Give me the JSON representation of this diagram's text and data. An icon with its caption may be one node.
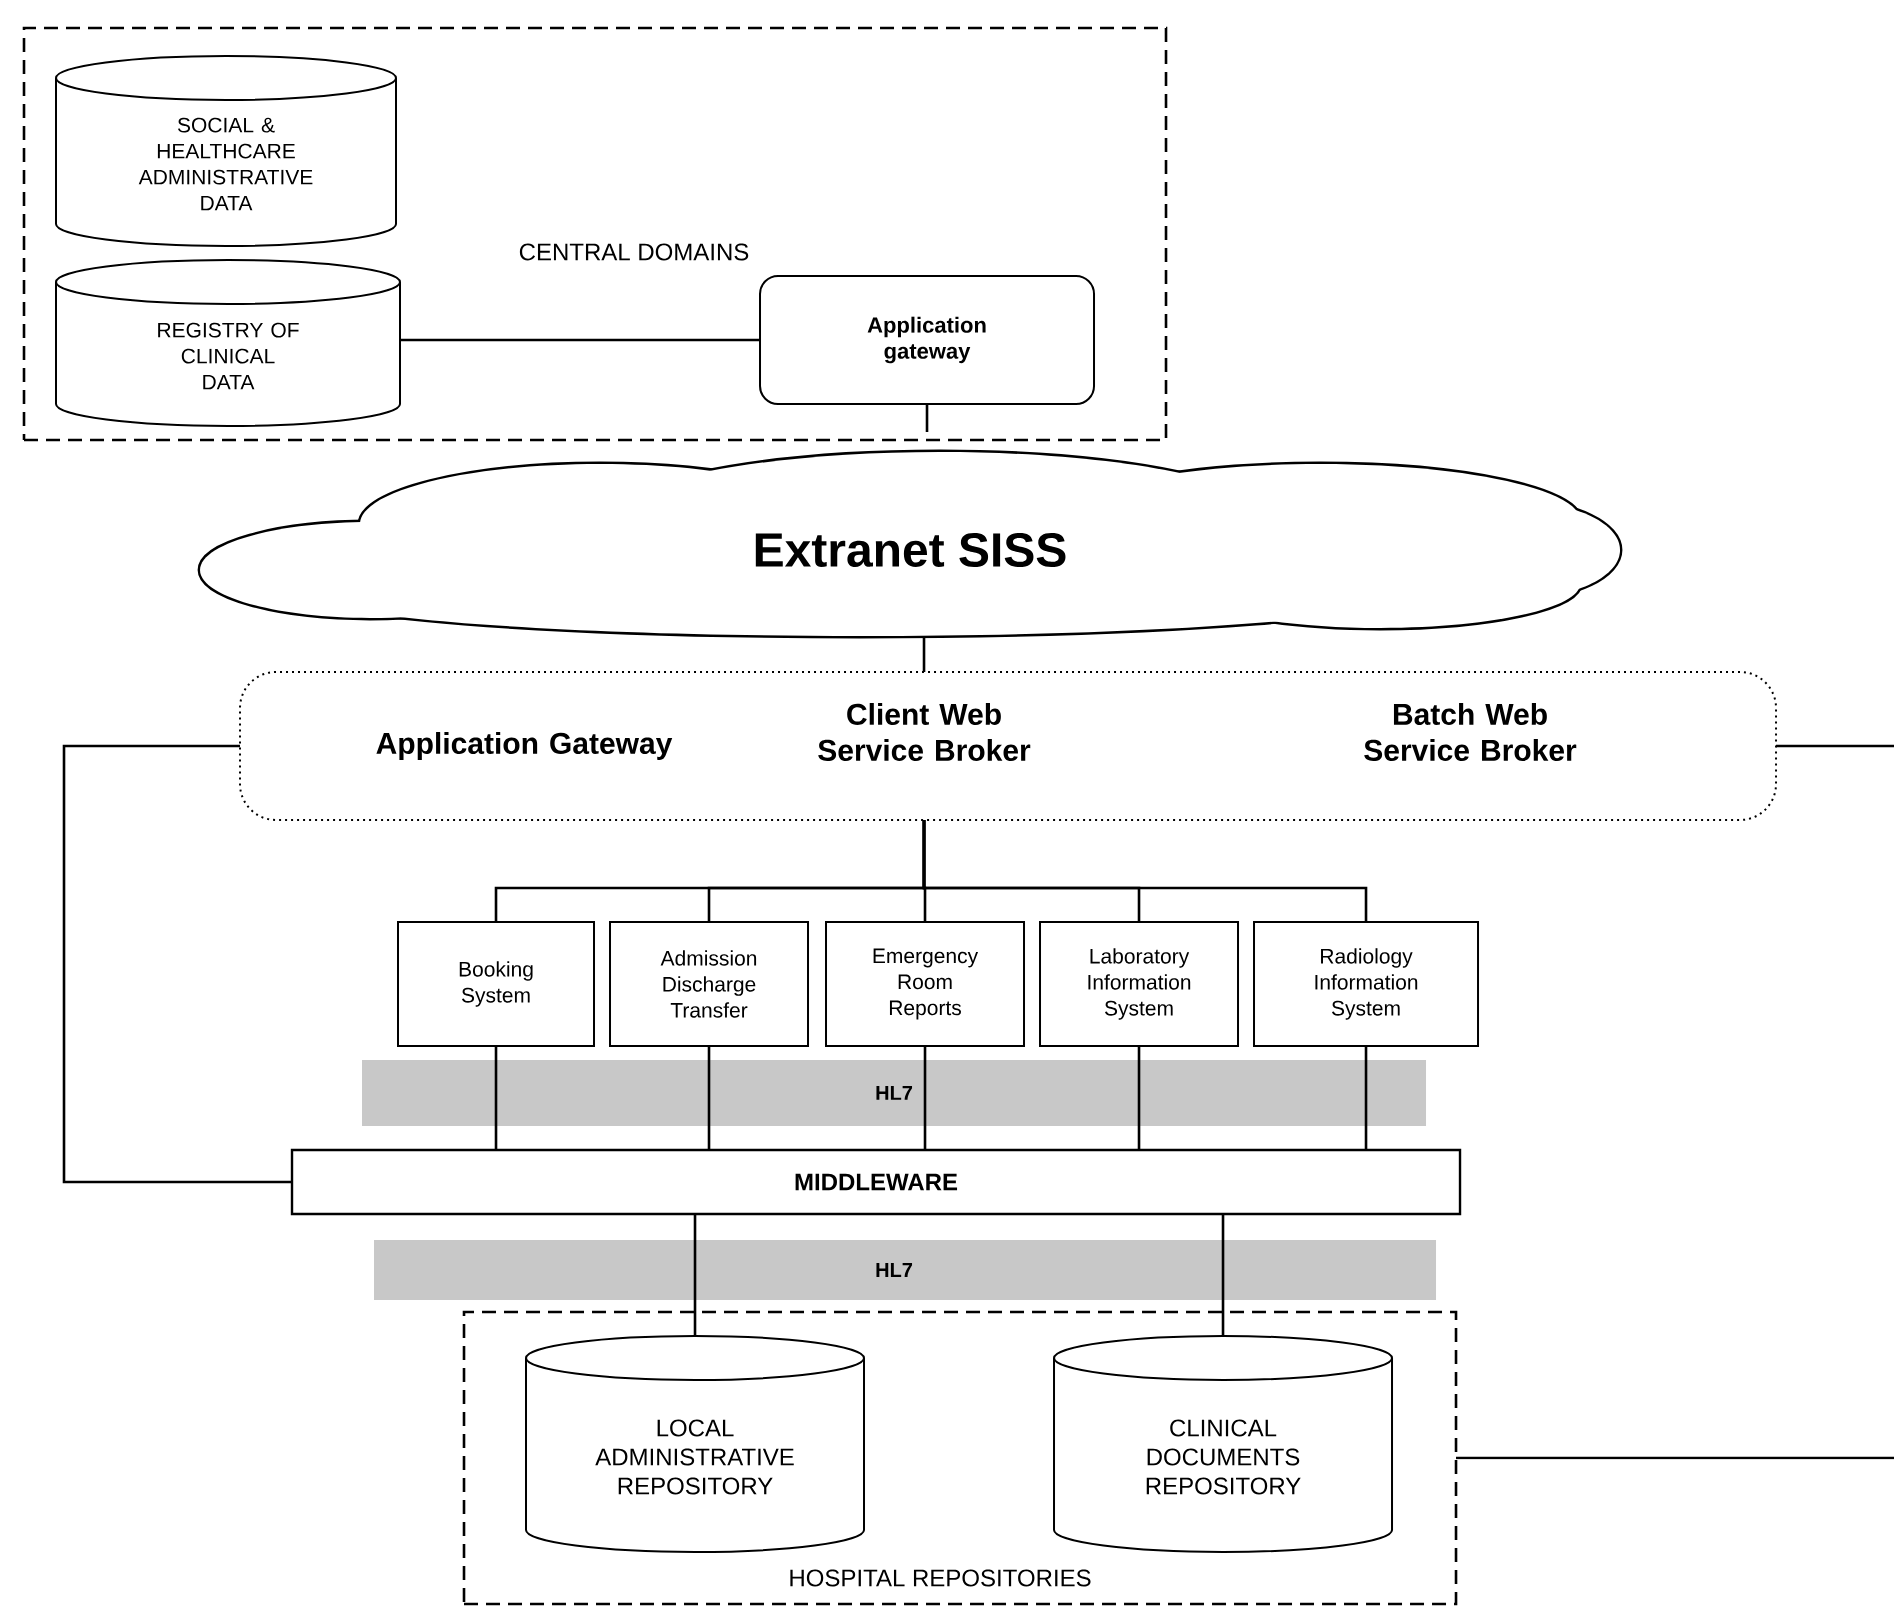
{
  "diagram": {
    "nodes": [
      {
        "text": [
          "CENTRAL DOMAINS"
        ]
      },
      {
        "text": [
          "SOCIAL & HEALTHCARE ADMINISTRATIVE DATA"
        ],
        "in": 0
      },
      {
        "text": [
          "REGISTRY OF CLINICAL DATA"
        ],
        "in": 0
      },
      {
        "text": [
          "Application gateway"
        ],
        "in": 0
      },
      {
        "text": [
          "Extranet SISS"
        ]
      },
      {
        "text": [
          "Application Gateway",
          "Client Web Service Broker",
          "Batch Web Service Broker"
        ]
      },
      {
        "text": [
          "Booking System"
        ]
      },
      {
        "text": [
          "Admission Discharge Transfer"
        ]
      },
      {
        "text": [
          "Emergency Room Reports"
        ]
      },
      {
        "text": [
          "Laboratory Information System"
        ]
      },
      {
        "text": [
          "Radiology Information System"
        ]
      },
      {
        "text": [
          "MIDDLEWARE"
        ]
      },
      {
        "text": [
          "HOSPITAL REPOSITORIES"
        ]
      },
      {
        "text": [
          "LOCAL ADMINISTRATIVE REPOSITORY"
        ],
        "in": 12
      },
      {
        "text": [
          "CLINICAL DOCUMENTS REPOSITORY"
        ],
        "in": 12
      }
    ],
    "edges": [
      {
        "from": 2,
        "to": 3,
        "arrow": "none"
      },
      {
        "from": 3,
        "to": 4,
        "arrow": "none"
      },
      {
        "from": 4,
        "to": 5,
        "arrow": "none"
      },
      {
        "from": 5,
        "to": 6,
        "arrow": "none"
      },
      {
        "from": 5,
        "to": 7,
        "arrow": "none"
      },
      {
        "from": 5,
        "to": 8,
        "arrow": "none"
      },
      {
        "from": 5,
        "to": 9,
        "arrow": "none"
      },
      {
        "from": 5,
        "to": 10,
        "arrow": "none"
      },
      {
        "from": 6,
        "to": 11,
        "arrow": "none"
      },
      {
        "from": 7,
        "to": 11,
        "arrow": "none"
      },
      {
        "from": 8,
        "to": 11,
        "arrow": "none"
      },
      {
        "from": 9,
        "to": 11,
        "arrow": "none"
      },
      {
        "from": 10,
        "to": 11,
        "arrow": "none"
      },
      {
        "from": 5,
        "to": 11,
        "arrow": "none"
      },
      {
        "from": 5,
        "to": null,
        "arrow": "none"
      },
      {
        "from": 12,
        "to": null,
        "arrow": "none"
      },
      {
        "from": 11,
        "to": 13,
        "arrow": "none"
      },
      {
        "from": 11,
        "to": 14,
        "arrow": "none"
      }
    ],
    "labels": [
      "HL7",
      "HL7"
    ]
  }
}
